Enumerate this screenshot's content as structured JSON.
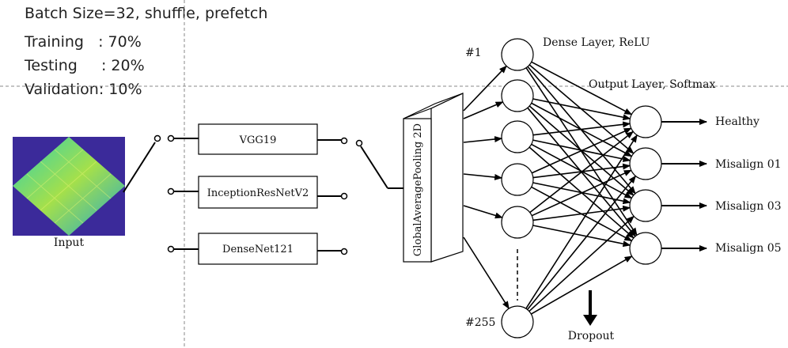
{
  "settings": {
    "batch": "Batch Size=32, shuffle, prefetch",
    "training": "Training   : 70%",
    "testing": "Testing     : 20%",
    "validation": "Validation: 10%"
  },
  "input_label": "Input",
  "backbones": [
    "VGG19",
    "InceptionResNetV2",
    "DenseNet121"
  ],
  "pooling_label": "GlobalAveragePooling 2D",
  "dense_layer_label": "Dense Layer, ReLU",
  "output_layer_label": "Output Layer, Softmax",
  "first_node_label": "#1",
  "last_node_label": "#255",
  "dropout_label": "Dropout",
  "outputs": [
    "Healthy",
    "Misalign 01",
    "Misalign 03",
    "Misalign 05"
  ],
  "colors": {
    "heatmap_background": "#3b2a9a",
    "heatmap_diamond": "#29b6a8",
    "line": "#000000"
  }
}
